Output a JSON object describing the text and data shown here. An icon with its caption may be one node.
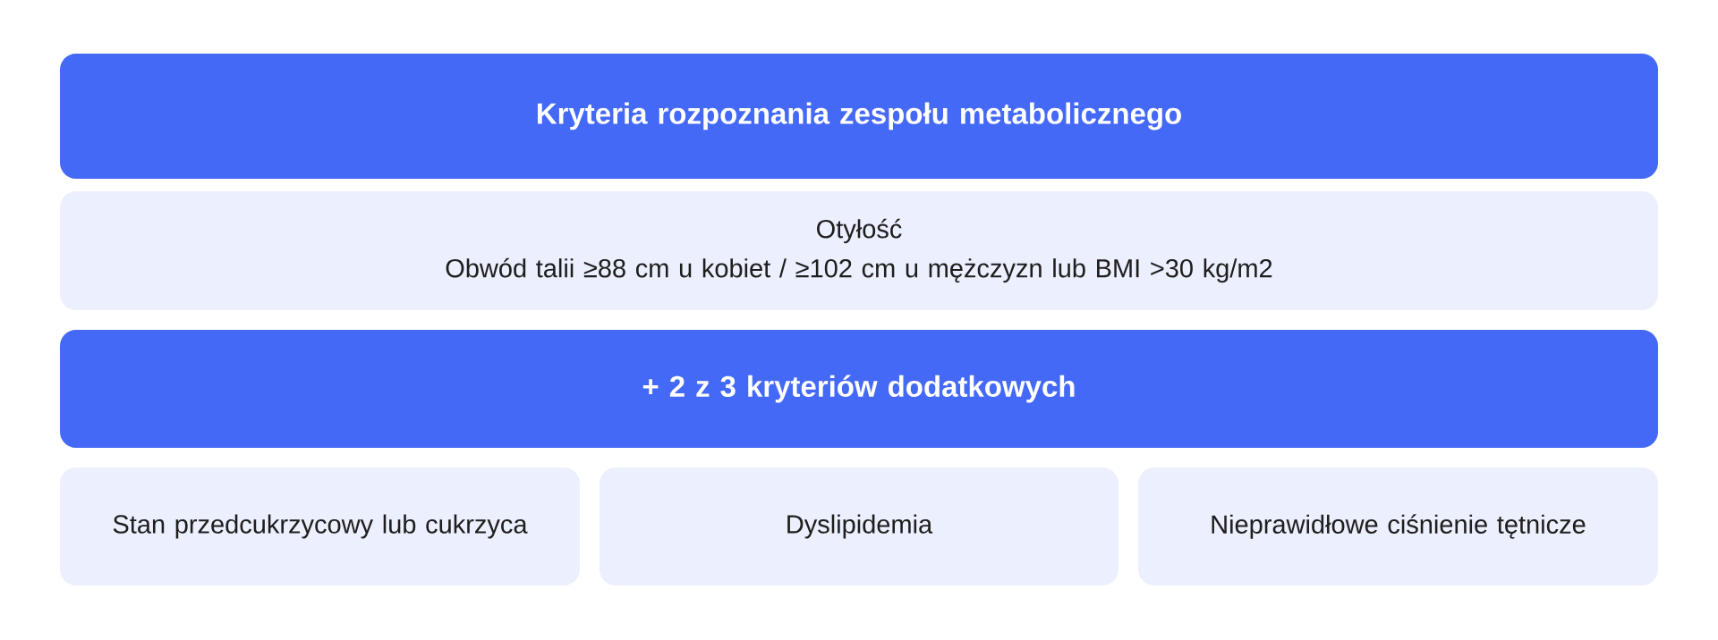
{
  "diagram": {
    "nodes": [
      {
        "text": [
          "Kryteria rozpoznania zespołu metabolicznego"
        ]
      },
      {
        "text": [
          "Otyłość",
          "Obwód talii ≥88 cm u kobiet / ≥102 cm u mężczyzn lub BMI >30 kg/m2"
        ]
      },
      {
        "text": [
          "+ 2 z 3 kryteriów dodatkowych"
        ]
      },
      {
        "text": [
          "Stan przedcukrzycowy lub cukrzyca"
        ]
      },
      {
        "text": [
          "Dyslipidemia"
        ]
      },
      {
        "text": [
          "Nieprawidłowe ciśnienie tętnicze"
        ]
      }
    ]
  }
}
